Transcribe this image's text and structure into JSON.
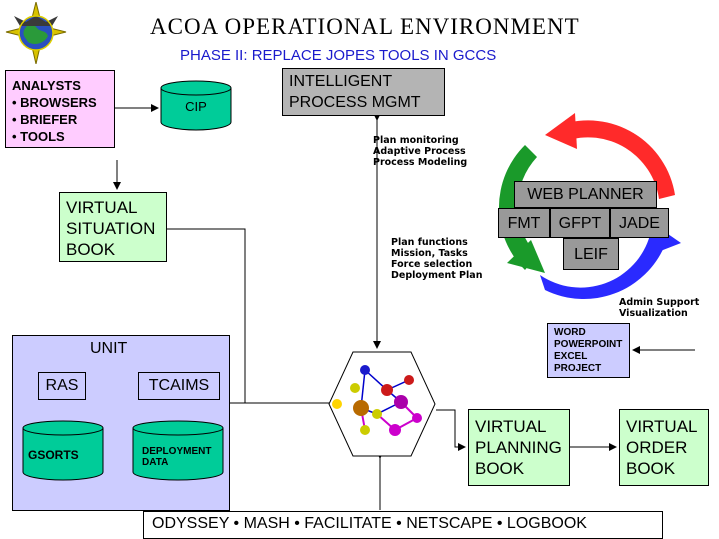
{
  "header": {
    "title": "ACOA OPERATIONAL ENVIRONMENT",
    "subtitle": "PHASE II:  REPLACE JOPES TOOLS IN GCCS"
  },
  "analysts": {
    "title": "ANALYSTS",
    "items": [
      "• BROWSERS",
      "• BRIEFER",
      "• TOOLS"
    ]
  },
  "cip": {
    "label": "CIP"
  },
  "ipm": {
    "line1": "INTELLIGENT",
    "line2": "PROCESS MGMT"
  },
  "ipm_notes": {
    "line1": "Plan monitoring",
    "line2": "Adaptive Process",
    "line3": "Process Modeling"
  },
  "plan_notes": {
    "line1": "Plan functions",
    "line2": "Mission, Tasks",
    "line3": "Force selection",
    "line4": "Deployment Plan"
  },
  "vsb": {
    "line1": "VIRTUAL",
    "line2": "SITUATION",
    "line3": "BOOK"
  },
  "cycle": {
    "web_planner": "WEB PLANNER",
    "fmt": "FMT",
    "gfpt": "GFPT",
    "jade": "JADE",
    "leif": "LEIF",
    "colors": {
      "red": "#ff2a2a",
      "green": "#1a9a2a",
      "blue": "#2a2aff"
    }
  },
  "admin_notes": {
    "line1": "Admin Support",
    "line2": "Visualization"
  },
  "office": {
    "items": [
      "WORD",
      "POWERPOINT",
      "EXCEL",
      "PROJECT"
    ]
  },
  "unit_panel": {
    "unit": "UNIT",
    "ras": "RAS",
    "tcaims": "TCAIMS",
    "gsorts": "GSORTS",
    "deployment_line1": "DEPLOYMENT",
    "deployment_line2": "DATA"
  },
  "vpb": {
    "line1": "VIRTUAL",
    "line2": "PLANNING",
    "line3": "BOOK"
  },
  "vob": {
    "line1": "VIRTUAL",
    "line2": "ORDER",
    "line3": "BOOK"
  },
  "bottom_bar": {
    "text": "ODYSSEY • MASH • FACILITATE • NETSCAPE • LOGBOOK"
  },
  "colors": {
    "green_box": "#ccffcc",
    "pink_box": "#ffccff",
    "lavender_box": "#ccccff",
    "cylinder": "#00cc99",
    "subtitle": "#1a1acc"
  }
}
